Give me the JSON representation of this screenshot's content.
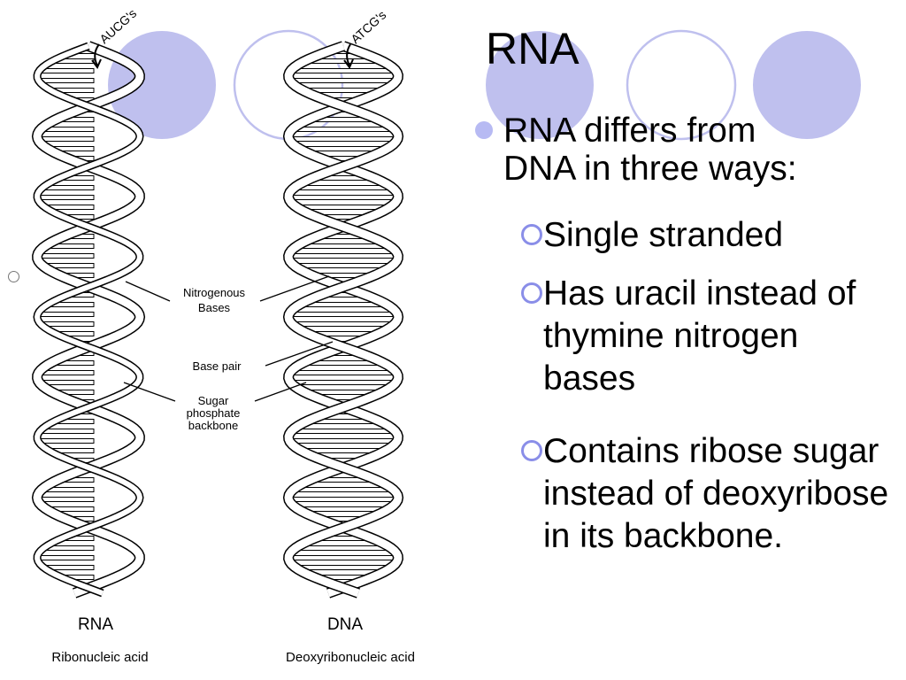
{
  "slide": {
    "title": "RNA",
    "bullet": "RNA differs from DNA in three ways:",
    "sub_bullets": [
      "Single stranded",
      "Has uracil instead of thymine nitrogen bases",
      "Contains ribose sugar instead of deoxyribose in its backbone."
    ]
  },
  "diagram": {
    "rna_tag": "AUCG's",
    "dna_tag": "ATCG's",
    "label_bases_line1": "Nitrogenous",
    "label_bases_line2": "Bases",
    "label_base_pair": "Base pair",
    "label_backbone_line1": "Sugar",
    "label_backbone_line2": "phosphate",
    "label_backbone_line3": "backbone",
    "rna_title": "RNA",
    "rna_subtitle": "Ribonucleic acid",
    "dna_title": "DNA",
    "dna_subtitle": "Deoxyribonucleic acid"
  },
  "colors": {
    "circle_fill": "#bfc0ee",
    "circle_outline": "#bfc0ee",
    "bullet_fill": "#b7baf3",
    "sub_bullet_outline": "#8a8ee8"
  },
  "icons": [
    "filled-circle-bullet-icon",
    "hollow-circle-bullet-icon"
  ]
}
